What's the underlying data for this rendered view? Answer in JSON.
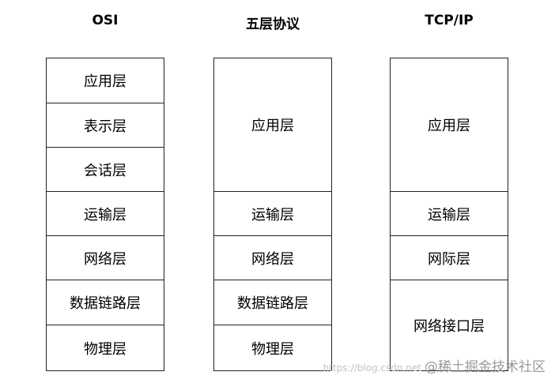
{
  "columns": [
    {
      "title": "OSI",
      "layers": [
        "应用层",
        "表示层",
        "会话层",
        "运输层",
        "网络层",
        "数据链路层",
        "物理层"
      ]
    },
    {
      "title": "五层协议",
      "layers": [
        "应用层",
        "运输层",
        "网络层",
        "数据链路层",
        "物理层"
      ]
    },
    {
      "title": "TCP/IP",
      "layers": [
        "应用层",
        "运输层",
        "网际层",
        "网络接口层"
      ]
    }
  ],
  "watermark": {
    "url": "https://blog.csdn.net",
    "text": "@稀土掘金技术社区"
  }
}
